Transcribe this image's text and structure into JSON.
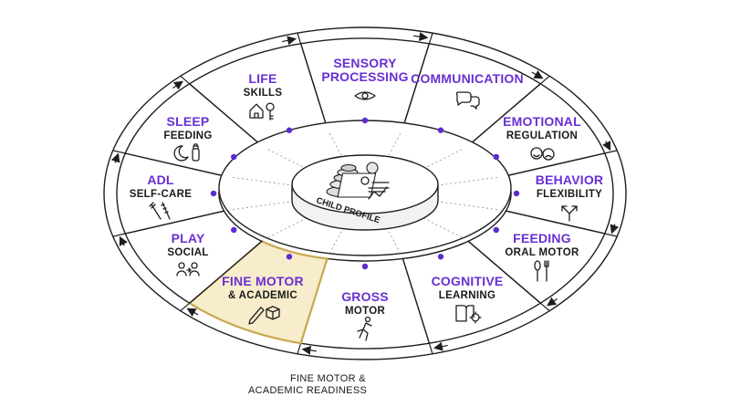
{
  "center": {
    "label": "CHILD PROFILE"
  },
  "segments": [
    {
      "id": "sensory",
      "main": "SENSORY",
      "main2": "PROCESSING",
      "sub": "",
      "icon": "eye-icon"
    },
    {
      "id": "communication",
      "main": "COMMUNICATION",
      "main2": "",
      "sub": "",
      "icon": "speech-bubbles-icon"
    },
    {
      "id": "emotional",
      "main": "EMOTIONAL",
      "main2": "",
      "sub": "REGULATION",
      "icon": "faces-icon"
    },
    {
      "id": "behavior",
      "main": "BEHAVIOR",
      "main2": "",
      "sub": "FLEXIBILITY",
      "icon": "split-arrow-icon"
    },
    {
      "id": "feeding",
      "main": "FEEDING",
      "main2": "",
      "sub": "ORAL MOTOR",
      "icon": "spoon-fork-icon"
    },
    {
      "id": "cognitive",
      "main": "COGNITIVE",
      "main2": "",
      "sub": "LEARNING",
      "icon": "book-gear-icon"
    },
    {
      "id": "gross",
      "main": "GROSS",
      "main2": "",
      "sub": "MOTOR",
      "icon": "running-person-icon"
    },
    {
      "id": "fine",
      "main": "FINE MOTOR",
      "main2": "",
      "sub": "& ACADEMIC",
      "icon": "pencil-cube-icon",
      "highlighted": true
    },
    {
      "id": "play",
      "main": "PLAY",
      "main2": "",
      "sub": "SOCIAL",
      "icon": "people-icon"
    },
    {
      "id": "adl",
      "main": "ADL",
      "main2": "",
      "sub": "SELF-CARE",
      "icon": "toothbrush-comb-icon"
    },
    {
      "id": "sleep",
      "main": "SLEEP",
      "main2": "",
      "sub": "FEEDING",
      "icon": "moon-bottle-icon"
    },
    {
      "id": "life",
      "main": "LIFE",
      "main2": "",
      "sub": "SKILLS",
      "icon": "house-key-icon"
    }
  ],
  "caption": {
    "line1": "FINE MOTOR &",
    "line2": "ACADEMIC READINESS"
  },
  "colors": {
    "accent": "#6a2fd3",
    "highlight_fill": "#f7eccb",
    "highlight_stroke": "#c9a74f",
    "ink": "#1e1e1e"
  }
}
